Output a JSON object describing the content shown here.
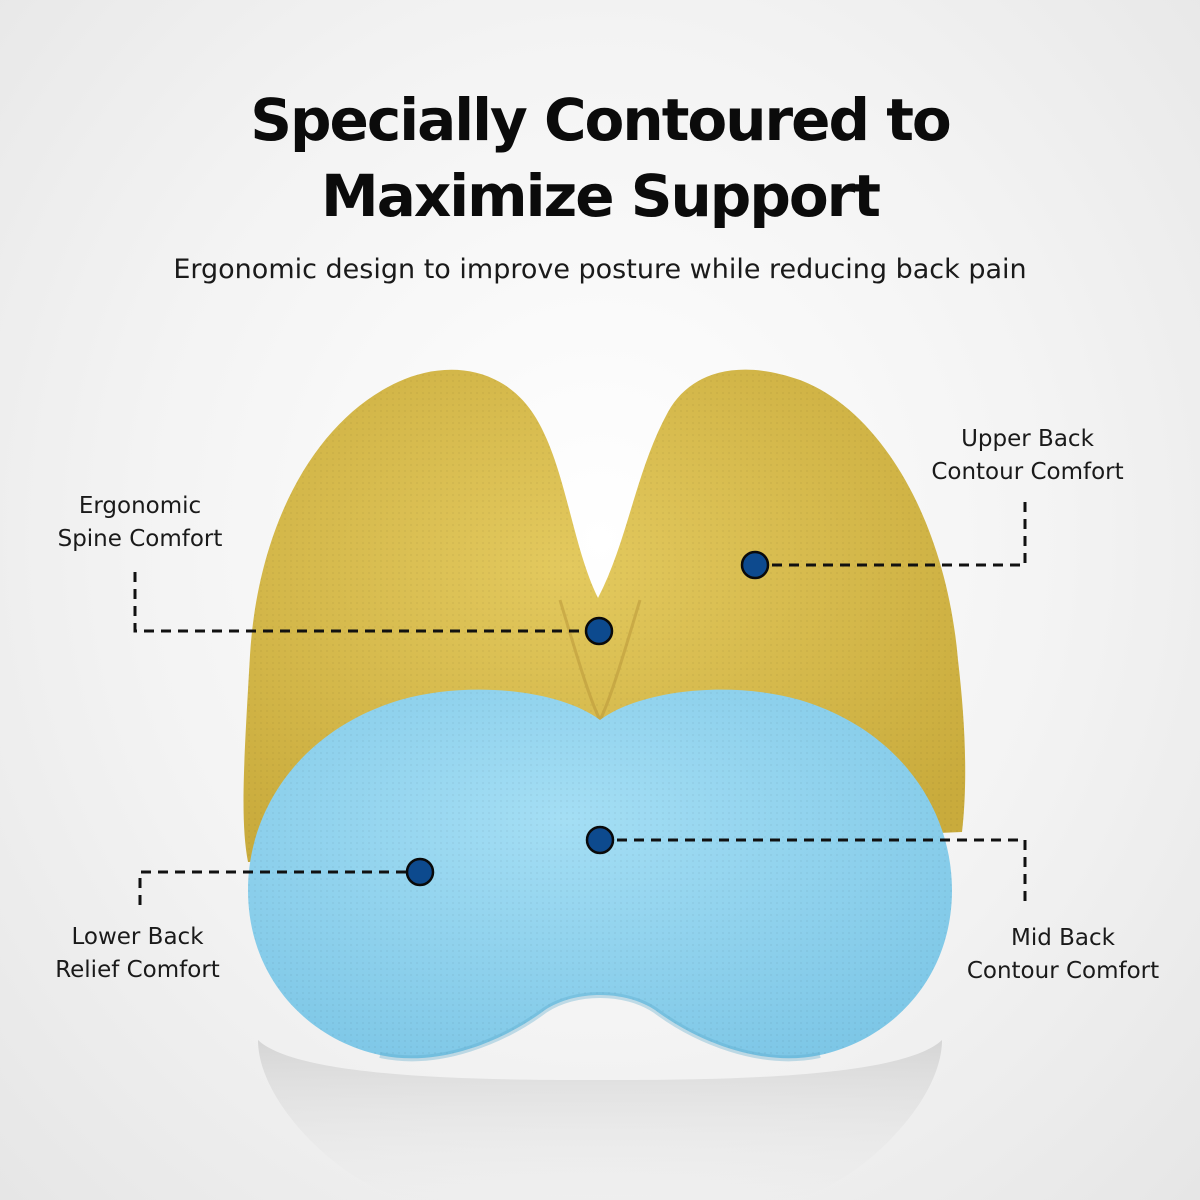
{
  "headline": {
    "line1": "Specially Contoured to",
    "line2": "Maximize Support"
  },
  "subtitle": "Ergonomic design to improve posture while reducing back pain",
  "callouts": {
    "spine": {
      "line1": "Ergonomic",
      "line2": "Spine Comfort"
    },
    "upper_back": {
      "line1": "Upper Back",
      "line2": "Contour Comfort"
    },
    "lower_back": {
      "line1": "Lower Back",
      "line2": "Relief Comfort"
    },
    "mid_back": {
      "line1": "Mid Back",
      "line2": "Contour Comfort"
    }
  },
  "colors": {
    "upper_cushion": "#d9bf52",
    "lower_cushion": "#8fd3ee",
    "marker": "#0d4a8e",
    "leader_line": "#111111"
  }
}
